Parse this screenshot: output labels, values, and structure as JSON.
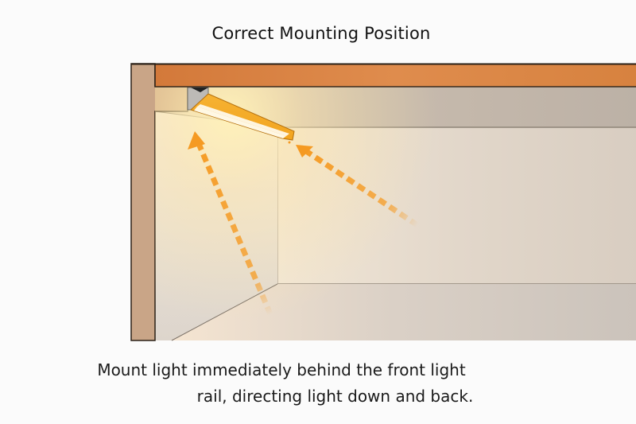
{
  "diagram": {
    "title": "Correct Mounting Position",
    "caption": {
      "line1": "Mount light immediately behind the front light",
      "line2": "rail, directing light down and back."
    },
    "elements": {
      "front_rail": "wooden front light rail (cabinet top)",
      "fixture": "LED light bar angled down and back",
      "arrows": [
        "arrow pointing to fixture from cabinet floor",
        "arrow pointing to fixture from back wall"
      ]
    },
    "colors": {
      "background": "#fbfbfb",
      "wood": "#d98845",
      "cabinet_side": "#c9a485",
      "ceiling": "#beb3a8",
      "back_wall": "#ddd2c6",
      "floor": "#cfc7bf",
      "arrow": "#f5a030",
      "light_glow": "#ffe08a"
    }
  }
}
